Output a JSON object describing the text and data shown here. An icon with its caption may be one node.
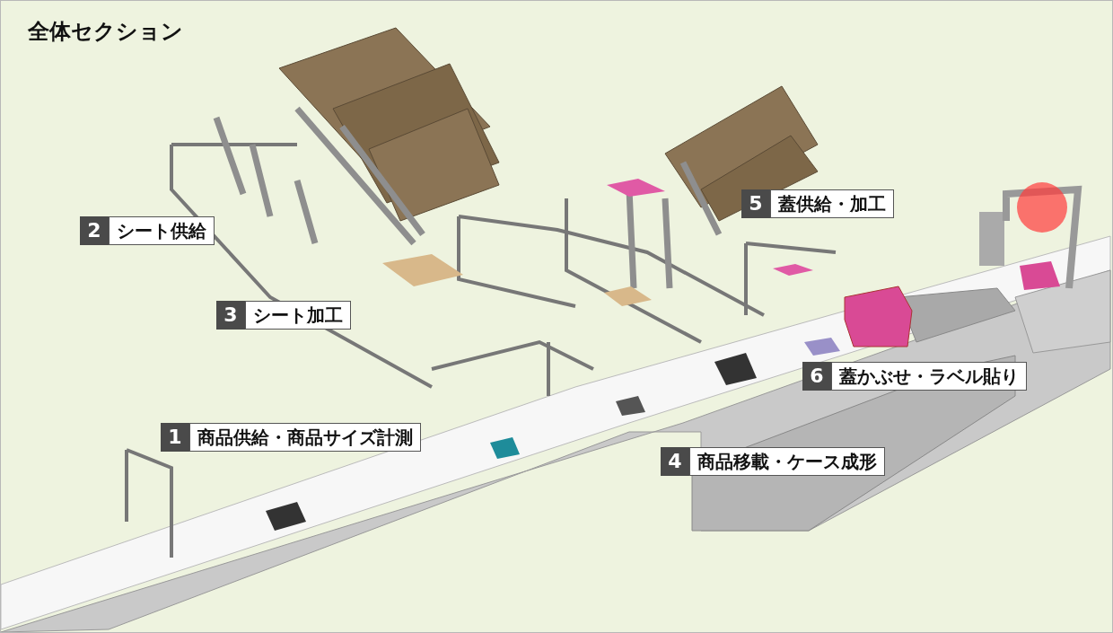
{
  "diagram": {
    "title": "全体セクション",
    "labels": [
      "5",
      "蓋供給・加工",
      "2",
      "シート供給",
      "3",
      "シート加工",
      "6",
      "蓋かぶせ・ラベル貼り",
      "1",
      "商品供給・商品サイズ計測",
      "4",
      "商品移載・ケース成形"
    ]
  }
}
